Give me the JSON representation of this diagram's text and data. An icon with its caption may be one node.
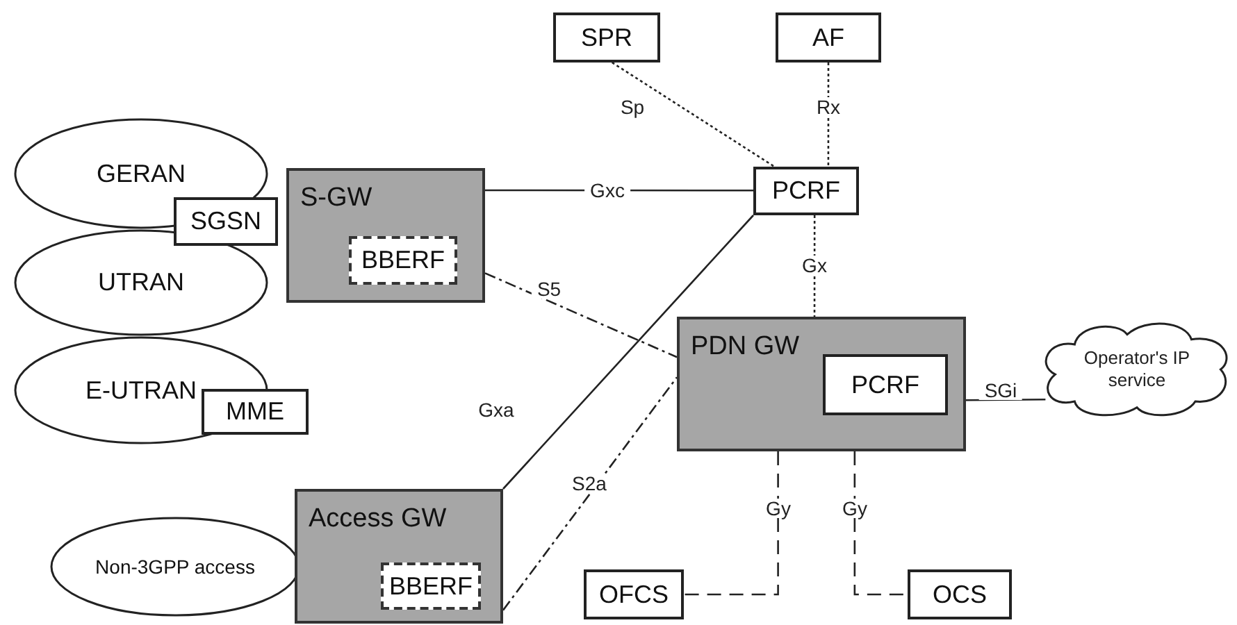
{
  "diagram": {
    "nodes": [
      {
        "text": [
          "GERAN"
        ]
      },
      {
        "text": [
          "SGSN"
        ]
      },
      {
        "text": [
          "UTRAN"
        ]
      },
      {
        "text": [
          "E-UTRAN"
        ]
      },
      {
        "text": [
          "MME"
        ]
      },
      {
        "text": [
          "S-GW"
        ]
      },
      {
        "text": [
          "BBERF"
        ],
        "in": 5
      },
      {
        "text": [
          "SPR"
        ]
      },
      {
        "text": [
          "AF"
        ]
      },
      {
        "text": [
          "PCRF"
        ]
      },
      {
        "text": [
          "PDN GW"
        ]
      },
      {
        "text": [
          "PCRF"
        ],
        "in": 10
      },
      {
        "text": [
          "Operator's IP service"
        ]
      },
      {
        "text": [
          "Access GW"
        ]
      },
      {
        "text": [
          "BBERF"
        ],
        "in": 13
      },
      {
        "text": [
          "Non-3GPP access"
        ]
      },
      {
        "text": [
          "OFCS"
        ]
      },
      {
        "text": [
          "OCS"
        ]
      }
    ],
    "edges": [
      {
        "from": 5,
        "to": 9,
        "arrow": "none",
        "label": "Gxc"
      },
      {
        "from": 7,
        "to": 9,
        "arrow": "none",
        "label": "Sp",
        "style": "dashed"
      },
      {
        "from": 8,
        "to": 9,
        "arrow": "none",
        "label": "Rx",
        "style": "dashed"
      },
      {
        "from": 9,
        "to": 10,
        "arrow": "none",
        "label": "Gx",
        "style": "dashed"
      },
      {
        "from": 5,
        "to": 10,
        "arrow": "none",
        "label": "S5",
        "style": "dashed"
      },
      {
        "from": 13,
        "to": 9,
        "arrow": "none",
        "label": "Gxa"
      },
      {
        "from": 13,
        "to": 10,
        "arrow": "none",
        "label": "S2a",
        "style": "dashed"
      },
      {
        "from": 10,
        "to": 12,
        "arrow": "none",
        "label": "SGi"
      },
      {
        "from": 10,
        "to": 16,
        "arrow": "none",
        "label": "Gy",
        "style": "dashed"
      },
      {
        "from": 10,
        "to": 17,
        "arrow": "none",
        "label": "Gy",
        "style": "dashed"
      }
    ]
  }
}
